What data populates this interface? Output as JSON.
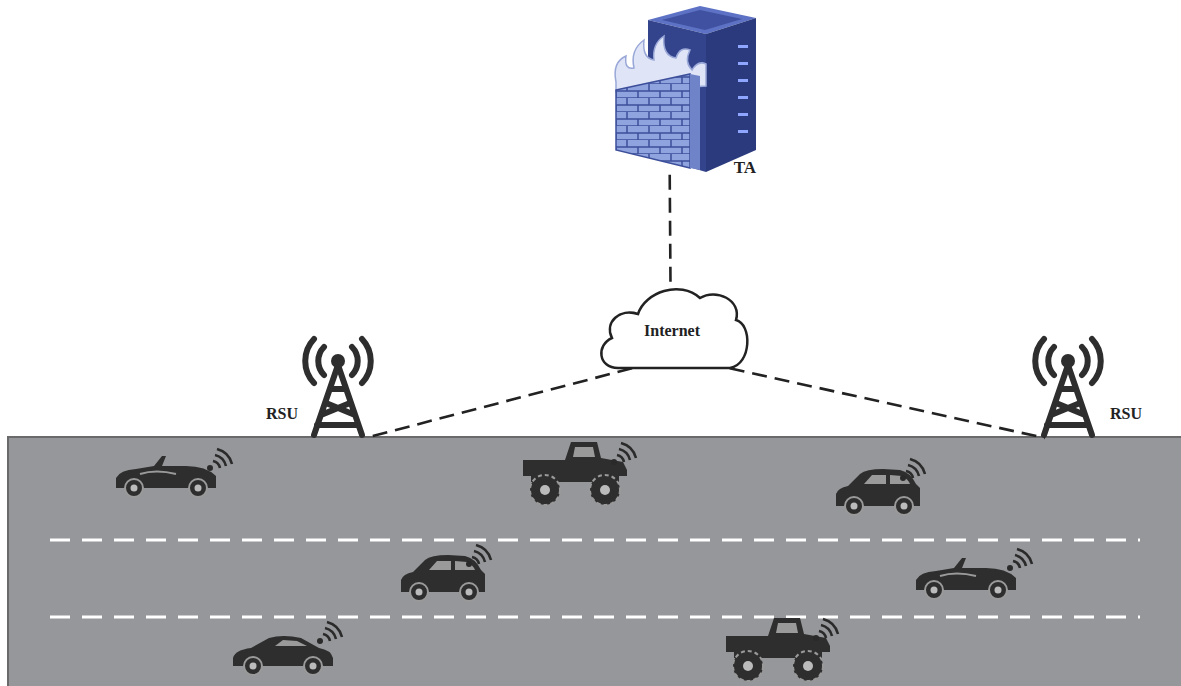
{
  "diagram": {
    "nodes": [
      {
        "text": [
          "TA"
        ]
      },
      {
        "text": [
          "Internet"
        ]
      },
      {
        "text": [
          "RSU"
        ]
      },
      {
        "text": [
          "RSU"
        ]
      }
    ],
    "edges": [
      {
        "from": 0,
        "to": 1,
        "arrow": "none"
      },
      {
        "from": 1,
        "to": 2,
        "arrow": "none"
      },
      {
        "from": 1,
        "to": 3,
        "arrow": "none"
      }
    ]
  }
}
